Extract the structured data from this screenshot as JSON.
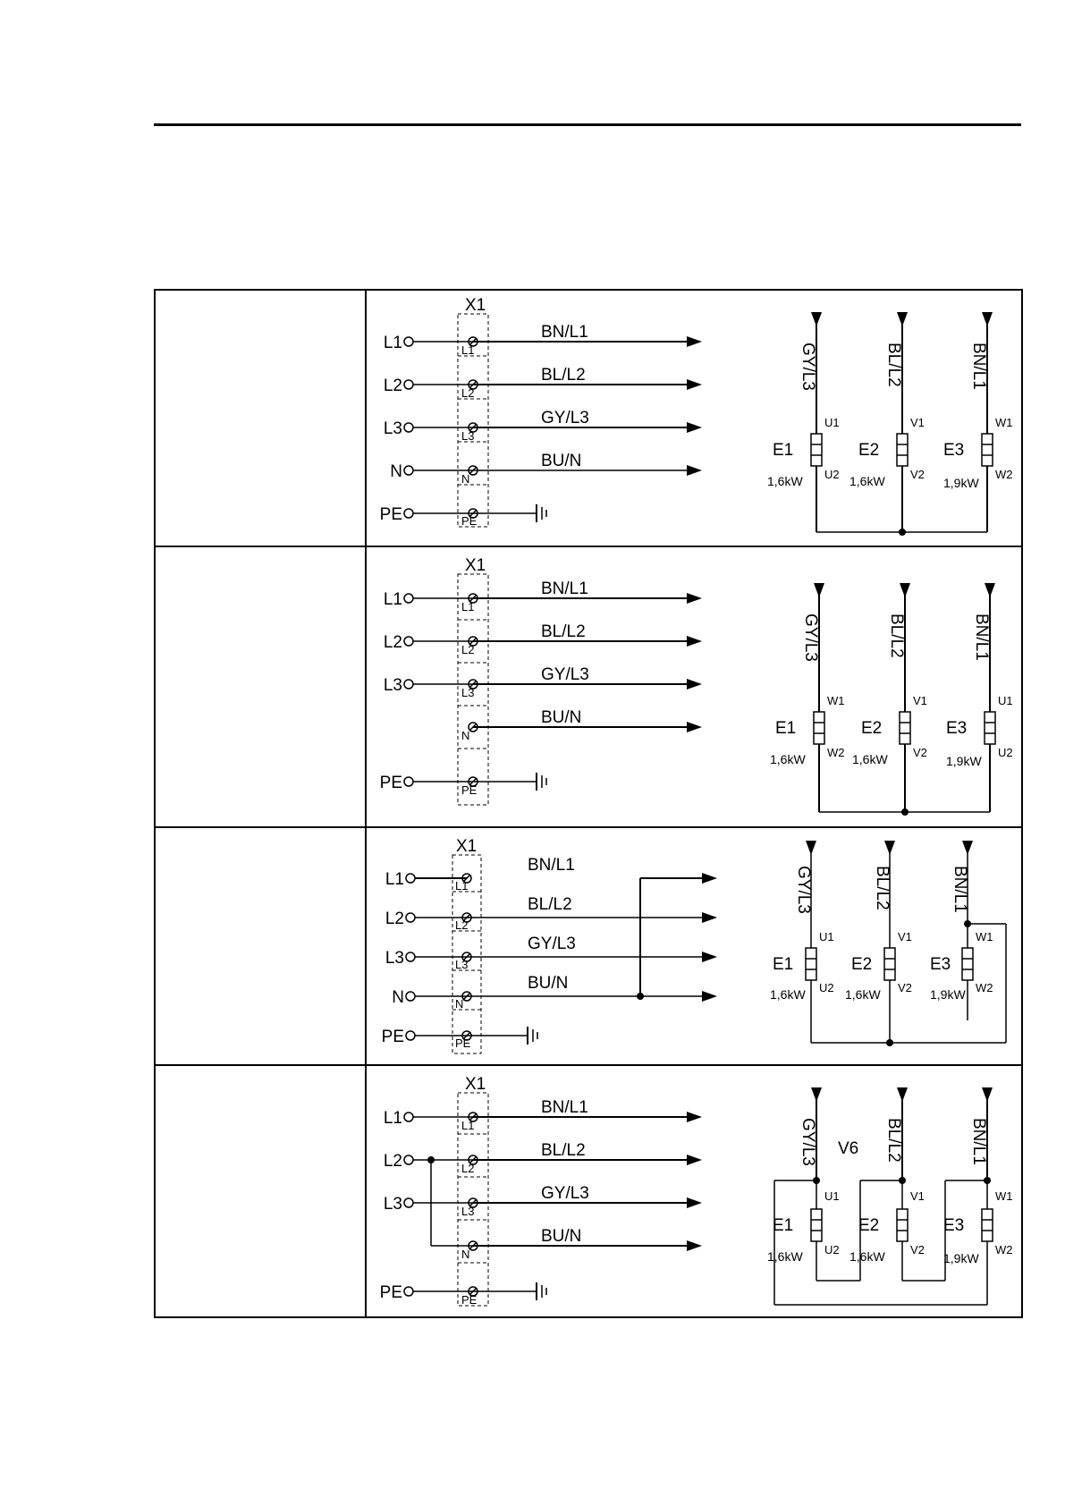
{
  "rows": [
    {
      "label": "",
      "block": "X1",
      "inputs": [
        "L1",
        "L2",
        "L3",
        "N",
        "PE"
      ],
      "terminals": [
        "L1",
        "L2",
        "L3",
        "N",
        "PE"
      ],
      "wires": [
        "BN/L1",
        "BL/L2",
        "GY/L3",
        "BU/N"
      ],
      "feeds": [
        "GY/L3",
        "BL/L2",
        "BN/L1"
      ],
      "elements": [
        {
          "name": "E1",
          "top": "U1",
          "bottom": "U2",
          "power": "1,6kW"
        },
        {
          "name": "E2",
          "top": "V1",
          "bottom": "V2",
          "power": "1,6kW"
        },
        {
          "name": "E3",
          "top": "W1",
          "bottom": "W2",
          "power": "1,9kW"
        }
      ],
      "extra": ""
    },
    {
      "label": "",
      "block": "X1",
      "inputs": [
        "L1",
        "L2",
        "L3",
        "",
        "PE"
      ],
      "terminals": [
        "L1",
        "L2",
        "L3",
        "N",
        "PE"
      ],
      "wires": [
        "BN/L1",
        "BL/L2",
        "GY/L3",
        "BU/N"
      ],
      "feeds": [
        "GY/L3",
        "BL/L2",
        "BN/L1"
      ],
      "elements": [
        {
          "name": "E1",
          "top": "W1",
          "bottom": "W2",
          "power": "1,6kW"
        },
        {
          "name": "E2",
          "top": "V1",
          "bottom": "V2",
          "power": "1,6kW"
        },
        {
          "name": "E3",
          "top": "U1",
          "bottom": "U2",
          "power": "1,9kW"
        }
      ],
      "extra": ""
    },
    {
      "label": "",
      "block": "X1",
      "inputs": [
        "L1",
        "L2",
        "L3",
        "N",
        "PE"
      ],
      "terminals": [
        "L1",
        "L2",
        "L3",
        "N",
        "PE"
      ],
      "wires": [
        "BN/L1",
        "BL/L2",
        "GY/L3",
        "BU/N"
      ],
      "feeds": [
        "GY/L3",
        "BL/L2",
        "BN/L1"
      ],
      "elements": [
        {
          "name": "E1",
          "top": "U1",
          "bottom": "U2",
          "power": "1,6kW"
        },
        {
          "name": "E2",
          "top": "V1",
          "bottom": "V2",
          "power": "1,6kW"
        },
        {
          "name": "E3",
          "top": "W1",
          "bottom": "W2",
          "power": "1,9kW"
        }
      ],
      "extra": ""
    },
    {
      "label": "",
      "block": "X1",
      "inputs": [
        "L1",
        "L2",
        "L3",
        "",
        "PE"
      ],
      "terminals": [
        "L1",
        "L2",
        "L3",
        "N",
        "PE"
      ],
      "wires": [
        "BN/L1",
        "BL/L2",
        "GY/L3",
        "BU/N"
      ],
      "feeds": [
        "GY/L3",
        "BL/L2",
        "BN/L1"
      ],
      "elements": [
        {
          "name": "E1",
          "top": "U1",
          "bottom": "U2",
          "power": "1,6kW"
        },
        {
          "name": "E2",
          "top": "V1",
          "bottom": "V2",
          "power": "1,6kW"
        },
        {
          "name": "E3",
          "top": "W1",
          "bottom": "W2",
          "power": "1,9kW"
        }
      ],
      "extra": "V6"
    }
  ]
}
